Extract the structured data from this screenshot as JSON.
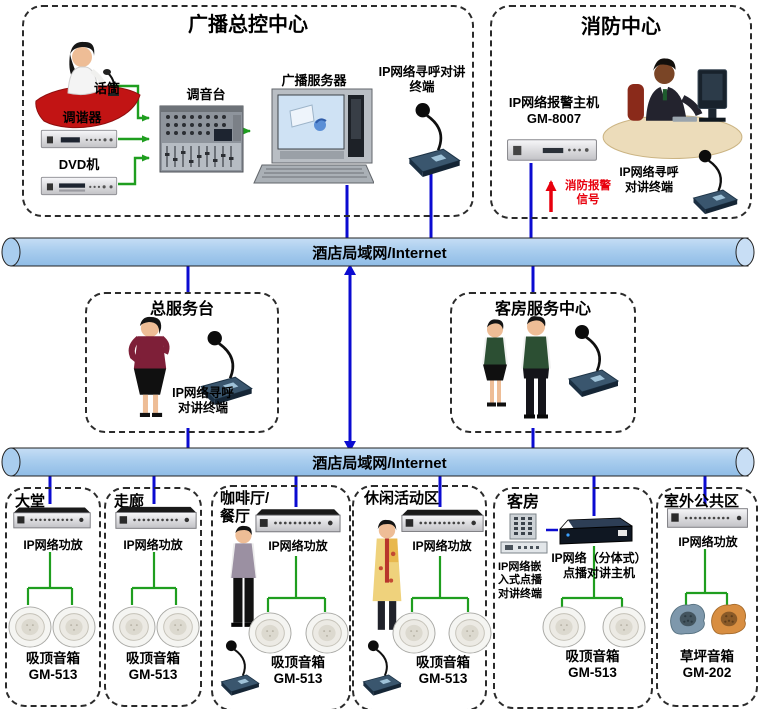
{
  "colors": {
    "pipe_fill": "#a9cdee",
    "line_blue": "#0b0bd1",
    "arrow_green": "#1f9e1f",
    "alert_red": "#e8000d"
  },
  "broadcast_center": {
    "title": "广播总控中心",
    "mic_label": "话筒",
    "tuner_label": "调谐器",
    "dvd_label": "DVD机",
    "mixer_label": "调音台",
    "server_label": "广播服务器",
    "terminal_label_line1": "IP网络寻呼对讲",
    "terminal_label_line2": "终端"
  },
  "fire_center": {
    "title": "消防中心",
    "alarm_host_line1": "IP网络报警主机",
    "alarm_host_line2": "GM-8007",
    "alarm_signal_line1": "消防报警",
    "alarm_signal_line2": "信号",
    "terminal_label_line1": "IP网络寻呼",
    "terminal_label_line2": "对讲终端"
  },
  "lan1": {
    "label": "酒店局域网/Internet"
  },
  "lan2": {
    "label": "酒店局域网/Internet"
  },
  "front_desk": {
    "title": "总服务台",
    "terminal_label_line1": "IP网络寻呼",
    "terminal_label_line2": "对讲终端"
  },
  "room_service": {
    "title": "客房服务中心"
  },
  "zones": [
    {
      "title": "大堂",
      "amp_label": "IP网络功放",
      "speaker_line1": "吸顶音箱",
      "speaker_line2": "GM-513"
    },
    {
      "title": "走廊",
      "amp_label": "IP网络功放",
      "speaker_line1": "吸顶音箱",
      "speaker_line2": "GM-513"
    },
    {
      "title_line1": "咖啡厅/",
      "title_line2": "餐厅",
      "amp_label": "IP网络功放",
      "speaker_line1": "吸顶音箱",
      "speaker_line2": "GM-513"
    },
    {
      "title": "休闲活动区",
      "amp_label": "IP网络功放",
      "speaker_line1": "吸顶音箱",
      "speaker_line2": "GM-513"
    },
    {
      "title": "客房",
      "host_line1": "IP网络（分体式）",
      "host_line2": "点播对讲主机",
      "terminal_line1": "IP网络嵌",
      "terminal_line2": "入式点播",
      "terminal_line3": "对讲终端",
      "speaker_line1": "吸顶音箱",
      "speaker_line2": "GM-513"
    },
    {
      "title": "室外公共区",
      "amp_label": "IP网络功放",
      "speaker_line1": "草坪音箱",
      "speaker_line2": "GM-202"
    }
  ]
}
